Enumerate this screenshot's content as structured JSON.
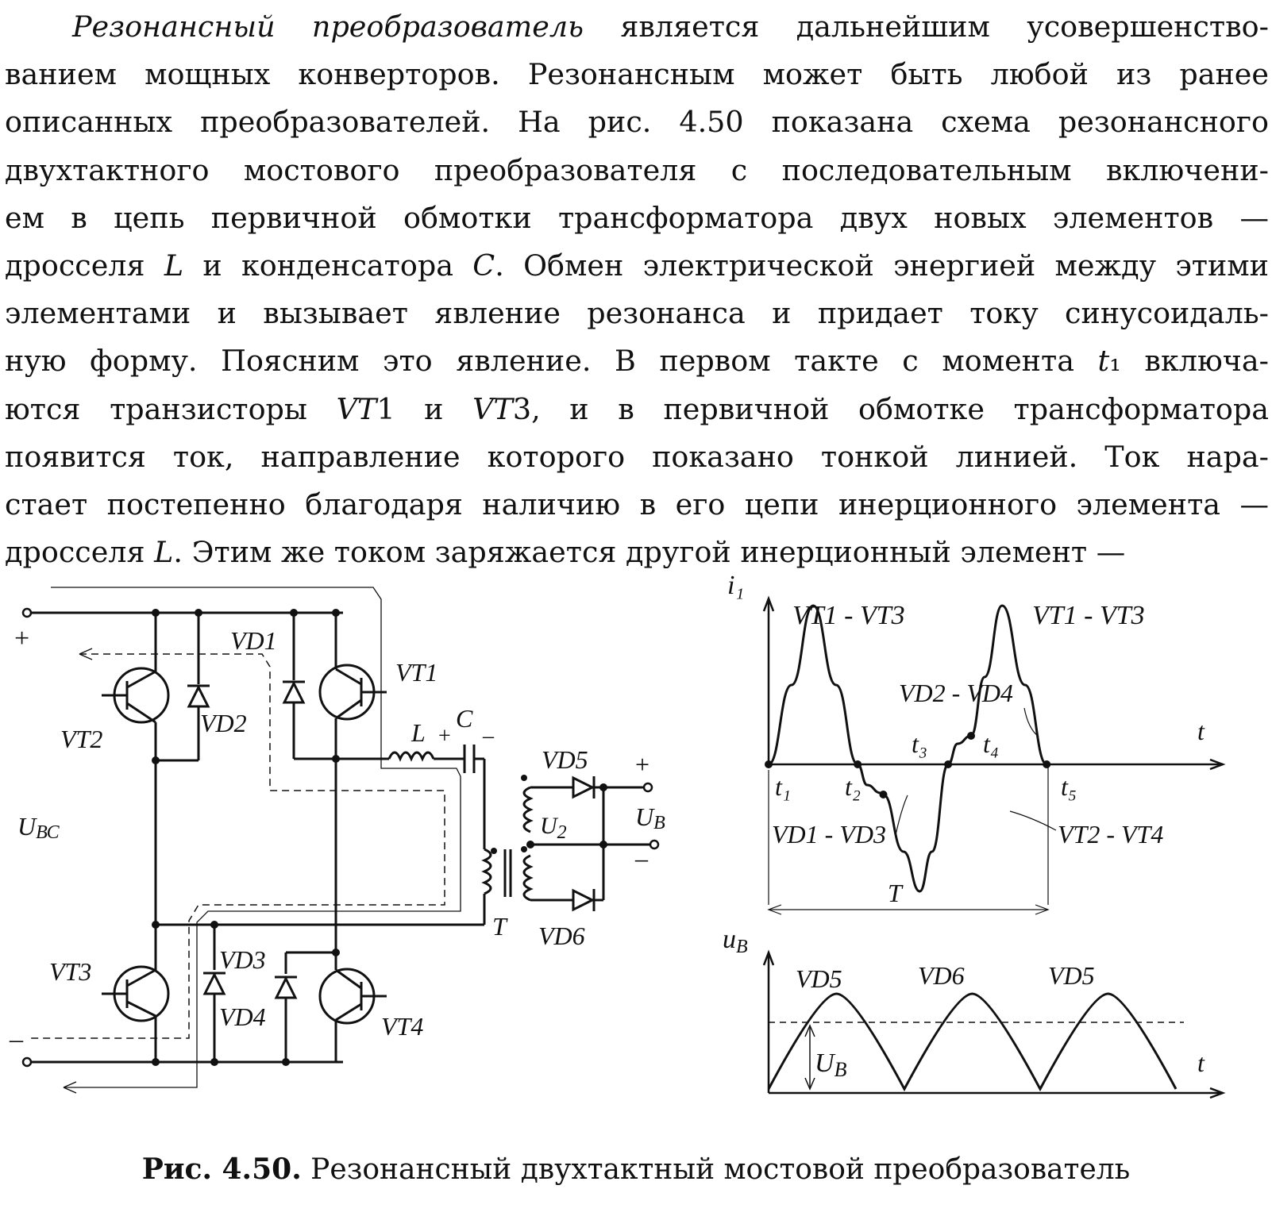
{
  "paragraph": {
    "lines": [
      [
        {
          "t": "Резонансный преобразователь",
          "i": true
        },
        {
          "t": " является дальнейшим усовершенство-"
        }
      ],
      [
        {
          "t": "ванием мощных конверторов. Резонансным может быть любой из ранее"
        }
      ],
      [
        {
          "t": "описанных преобразователей. На рис. 4.50 показана схема резонансного"
        }
      ],
      [
        {
          "t": "двухтактного мостового преобразователя с последовательным включени-"
        }
      ],
      [
        {
          "t": "ем в цепь первичной обмотки трансформатора двух новых элементов —"
        }
      ],
      [
        {
          "t": "дросселя "
        },
        {
          "t": "L",
          "i": true
        },
        {
          "t": " и конденсатора "
        },
        {
          "t": "C",
          "i": true
        },
        {
          "t": ". Обмен электрической энергией между этими"
        }
      ],
      [
        {
          "t": "элементами и вызывает явление резонанса и придает току синусоидаль-"
        }
      ],
      [
        {
          "t": "ную форму. Поясним это явление. В первом такте с момента "
        },
        {
          "t": "t",
          "i": true
        },
        {
          "t": "₁ включа-"
        }
      ],
      [
        {
          "t": "ются транзисторы "
        },
        {
          "t": "VT",
          "i": true
        },
        {
          "t": "1 и "
        },
        {
          "t": "VT",
          "i": true
        },
        {
          "t": "3, и в первичной обмотке трансформатора"
        }
      ],
      [
        {
          "t": "появится ток, направление которого показано тонкой линией. Ток нара-"
        }
      ],
      [
        {
          "t": "стает постепенно благодаря наличию в его цепи инерционного элемента —"
        }
      ],
      [
        {
          "t": "дросселя "
        },
        {
          "t": "L",
          "i": true
        },
        {
          "t": ". Этим же током заряжается другой инерционный элемент —"
        }
      ]
    ]
  },
  "circuit": {
    "plus": "+",
    "minus": "–",
    "VD1": "VD1",
    "VD2": "VD2",
    "VD3": "VD3",
    "VD4": "VD4",
    "VD5": "VD5",
    "VD6": "VD6",
    "VT1": "VT1",
    "VT2": "VT2",
    "VT3": "VT3",
    "VT4": "VT4",
    "L": "L",
    "C": "C",
    "C_plus": "+",
    "C_minus": "–",
    "U_bc_main": "U",
    "U_bc_sub": "ВС",
    "U2_main": "U",
    "U2_sub": "2",
    "Ub_main": "U",
    "Ub_sub": "В",
    "out_plus": "+",
    "out_minus": "–",
    "T": "T"
  },
  "chart_data": [
    {
      "type": "line",
      "ylabel": "i₁",
      "xlabel": "t",
      "x_ticks": [
        "t₁",
        "t₂",
        "t₃",
        "t₄",
        "t₅"
      ],
      "annotations": [
        "VT1 - VT3",
        "VT1 - VT3",
        "VD2 - VD4",
        "VD1 - VD3",
        "VT2 - VT4"
      ],
      "period_label": "T",
      "series": [
        {
          "values": [
            [
              0,
              0
            ],
            [
              0.17,
              0.5
            ],
            [
              0.33,
              1
            ],
            [
              0.5,
              0.5
            ],
            [
              0.66,
              0
            ],
            [
              0.73,
              -0.13
            ],
            [
              0.83,
              -0.18
            ],
            [
              0.85,
              -0.19
            ],
            [
              1.0,
              -0.55
            ],
            [
              1.12,
              -0.8
            ],
            [
              1.21,
              -0.55
            ],
            [
              1.33,
              0
            ],
            [
              1.4,
              0.13
            ],
            [
              1.5,
              0.18
            ],
            [
              1.6,
              0.55
            ],
            [
              1.73,
              1
            ],
            [
              1.9,
              0.5
            ],
            [
              2.06,
              0
            ]
          ]
        }
      ]
    },
    {
      "type": "line",
      "ylabel": "u",
      "ylabel_sub": "В",
      "xlabel": "t",
      "annotations": [
        "VD5",
        "VD6",
        "VD5"
      ],
      "avg_label": "U",
      "avg_label_sub": "В",
      "average": 0.7,
      "series": [
        {
          "values": [
            [
              0,
              0
            ],
            [
              0.5,
              1
            ],
            [
              1,
              0
            ],
            [
              1.5,
              1
            ],
            [
              2,
              0
            ],
            [
              2.5,
              1
            ],
            [
              3,
              0
            ]
          ]
        }
      ]
    }
  ],
  "caption": {
    "bold": "Рис. 4.50.",
    "text": " Резонансный двухтактный мостовой преобразователь"
  }
}
